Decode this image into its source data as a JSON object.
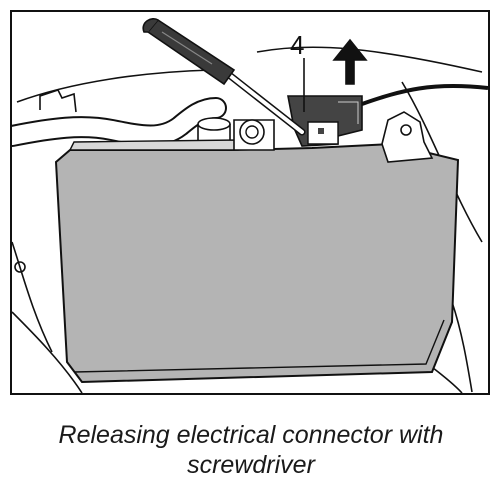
{
  "figure": {
    "callout_number": "4",
    "arrow_direction": "up",
    "colors": {
      "line": "#111111",
      "module_fill": "#b4b4b4",
      "connector_fill": "#444444",
      "background": "#ffffff"
    }
  },
  "caption": {
    "line1": "Releasing electrical connector with",
    "line2": "screwdriver"
  }
}
